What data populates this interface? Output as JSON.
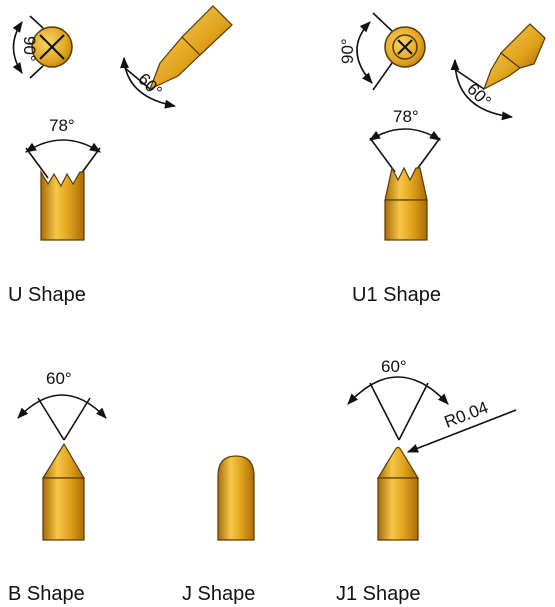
{
  "shapes": {
    "u": {
      "caption": "U Shape",
      "side_angle": "90°",
      "tilt_angle": "60°",
      "crown_angle": "78°"
    },
    "u1": {
      "caption": "U1 Shape",
      "side_angle": "90°",
      "tilt_angle": "60°",
      "crown_angle": "78°"
    },
    "b": {
      "caption": "B Shape",
      "tip_angle": "60°"
    },
    "j": {
      "caption": "J Shape"
    },
    "j1": {
      "caption": "J1 Shape",
      "tip_angle": "60°",
      "radius_label": "R0.04"
    }
  },
  "colors": {
    "gold_light": "#f6c64a",
    "gold_mid": "#e0a21c",
    "gold_dark": "#a86c08",
    "outline": "#5a3a05",
    "line": "#111111"
  }
}
